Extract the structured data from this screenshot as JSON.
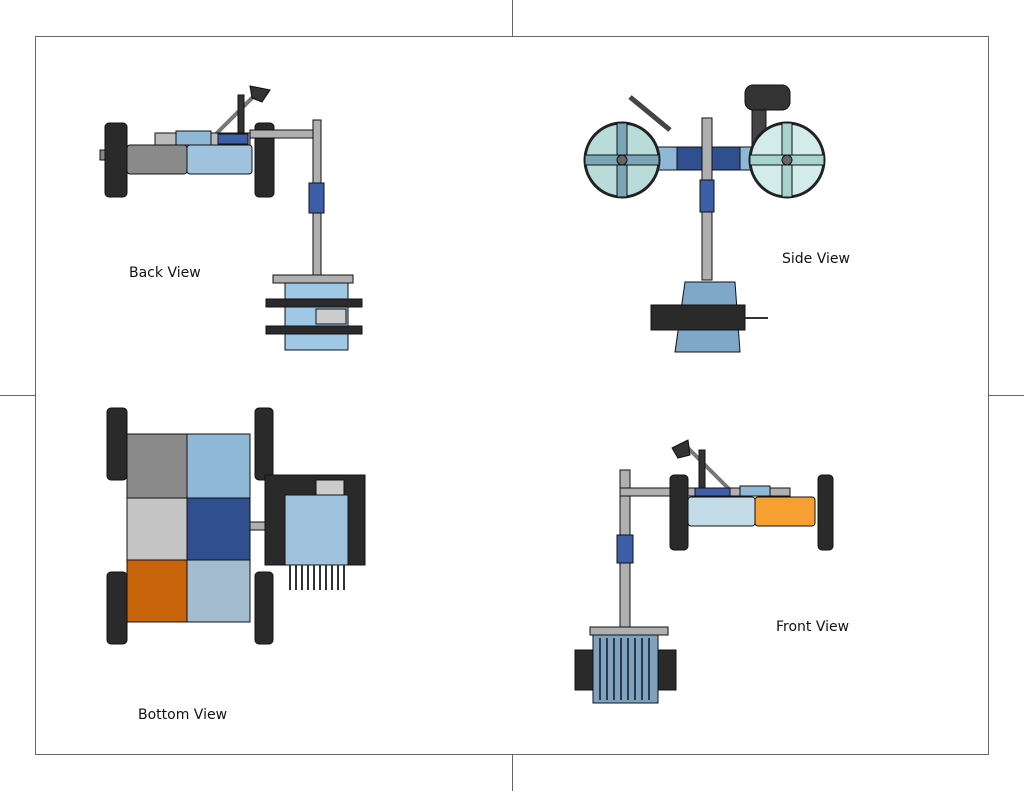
{
  "views": {
    "back": {
      "label": "Back View"
    },
    "side": {
      "label": "Side View"
    },
    "bottom": {
      "label": "Bottom View"
    },
    "front": {
      "label": "Front View"
    }
  },
  "colors": {
    "frame": "#555555",
    "wheel": "#2a2a2a",
    "bar_gray": "#b0b0b0",
    "light_blue": "#8fb7d6",
    "dark_blue": "#2f4f8f",
    "mid_blue": "#3d5fa8",
    "gray": "#8a8a8a",
    "light_gray": "#c4c4c4",
    "orange": "#f5a030",
    "dark_orange": "#c8640a",
    "teal_wheel": "#b9dcd8"
  }
}
